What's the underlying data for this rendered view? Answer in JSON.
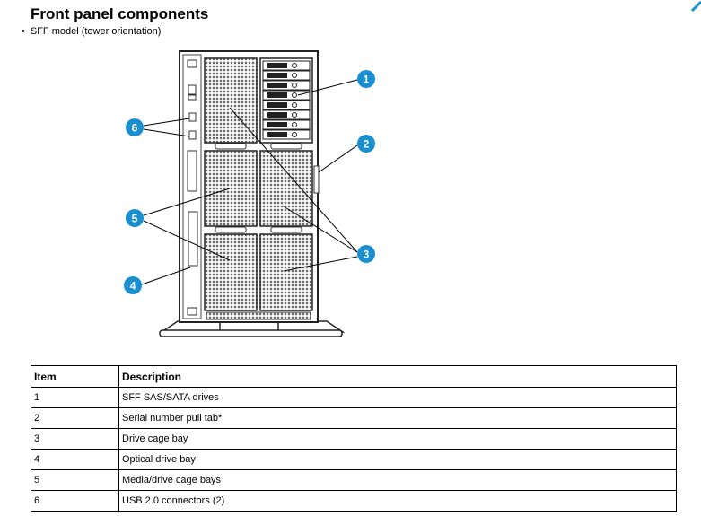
{
  "heading": "Front panel components",
  "bullet": "SFF model (tower orientation)",
  "callouts": [
    "1",
    "2",
    "3",
    "4",
    "5",
    "6"
  ],
  "accent_color": "#1a8fd0",
  "table": {
    "headers": [
      "Item",
      "Description"
    ],
    "rows": [
      {
        "item": "1",
        "description": "SFF SAS/SATA drives"
      },
      {
        "item": "2",
        "description": "Serial number pull tab*"
      },
      {
        "item": "3",
        "description": "Drive cage bay"
      },
      {
        "item": "4",
        "description": "Optical drive bay"
      },
      {
        "item": "5",
        "description": "Media/drive cage bays"
      },
      {
        "item": "6",
        "description": "USB 2.0 connectors (2)"
      }
    ]
  }
}
